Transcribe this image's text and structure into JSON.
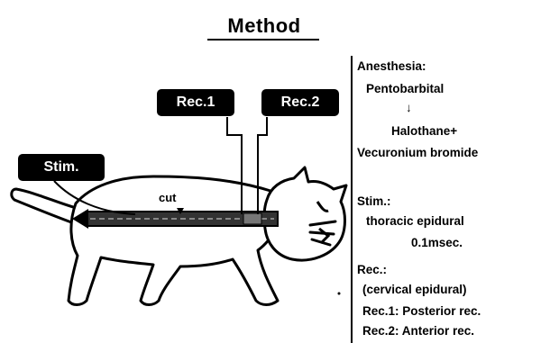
{
  "title": "Method",
  "labels": {
    "rec1": "Rec.1",
    "rec2": "Rec.2",
    "stim": "Stim.",
    "cut": "cut"
  },
  "panel": {
    "anesthesia_heading": "Anesthesia:",
    "anesthesia_1": "Pentobarbital",
    "arrow": "↓",
    "anesthesia_2": "Halothane+",
    "anesthesia_3": "Vecuronium bromide",
    "stim_heading": "Stim.:",
    "stim_1": "thoracic epidural",
    "stim_2": "0.1msec.",
    "rec_heading": "Rec.:",
    "rec_1": "(cervical epidural)",
    "rec_2": "Rec.1: Posterior rec.",
    "rec_3": "Rec.2: Anterior rec."
  }
}
